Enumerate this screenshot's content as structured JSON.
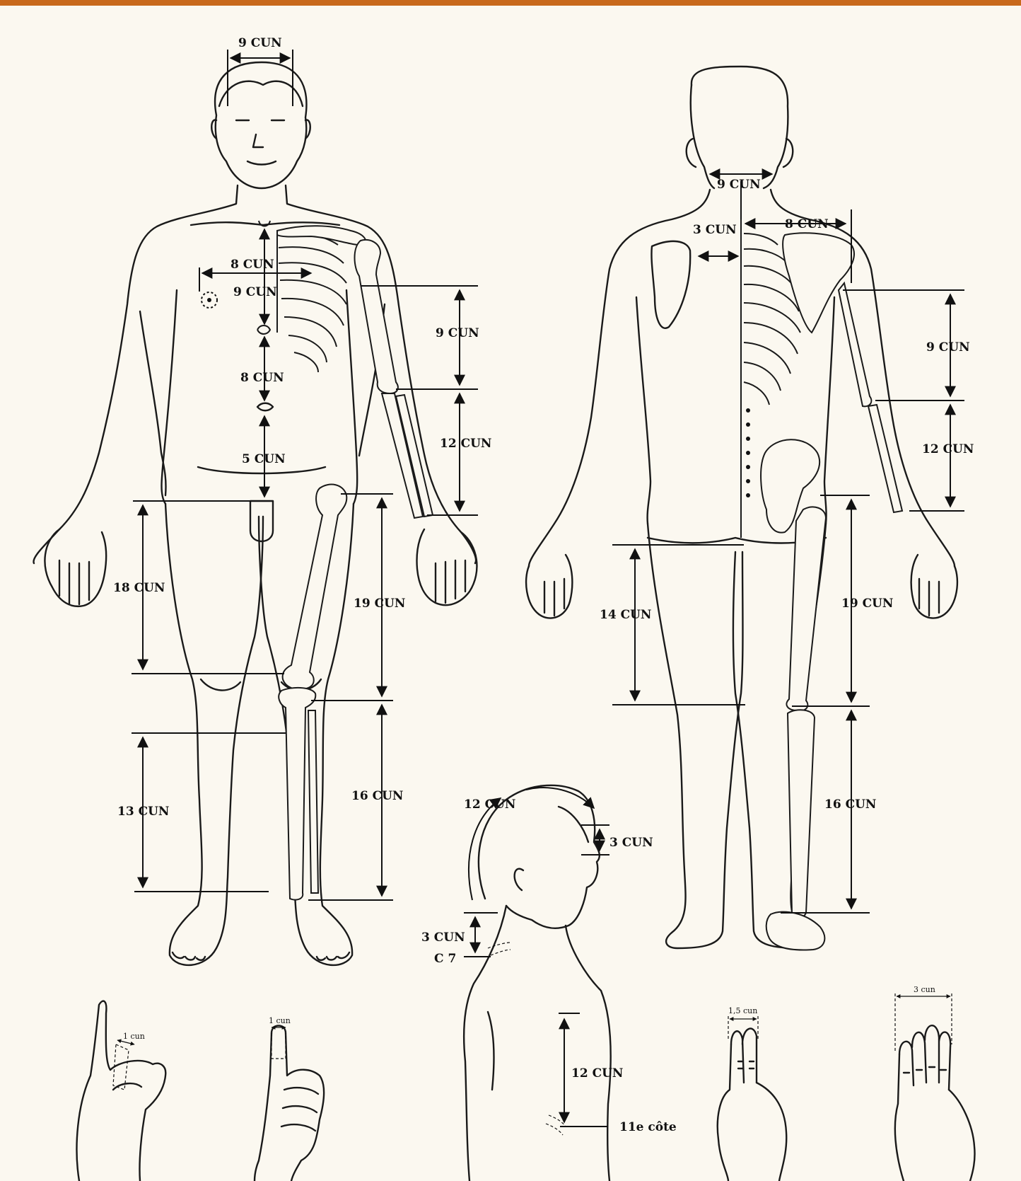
{
  "front_view": {
    "head_width": "9 CUN",
    "chest_width": "8 CUN",
    "sternum_to_xiphoid": "9 CUN",
    "xiphoid_to_navel": "8 CUN",
    "navel_to_pubis": "5 CUN",
    "upper_arm": "9 CUN",
    "forearm": "12 CUN",
    "inner_thigh": "18 CUN",
    "outer_thigh": "19 CUN",
    "inner_lower_leg": "13 CUN",
    "outer_lower_leg": "16 CUN"
  },
  "back_view": {
    "mastoid_width": "9 CUN",
    "scapula_to_spine": "3 CUN",
    "acromion_to_spine": "8 CUN",
    "upper_arm": "9 CUN",
    "forearm": "12 CUN",
    "hip_to_knee_crease": "14 CUN",
    "outer_thigh": "19 CUN",
    "lower_leg": "16 CUN"
  },
  "side_view": {
    "head_arc": "12 CUN",
    "forehead": "3 CUN",
    "neck": "3 CUN",
    "c7_label": "C 7",
    "axilla_to_rib": "12 CUN",
    "rib_label": "11e côte"
  },
  "hand_units": {
    "middle_finger": "1 cun",
    "thumb": "1 cun",
    "two_fingers": "1,5 cun",
    "four_fingers": "3 cun"
  },
  "colors": {
    "accent_rule": "#c8691c",
    "paper": "#fbf8f0",
    "ink": "#1a1a1a"
  }
}
